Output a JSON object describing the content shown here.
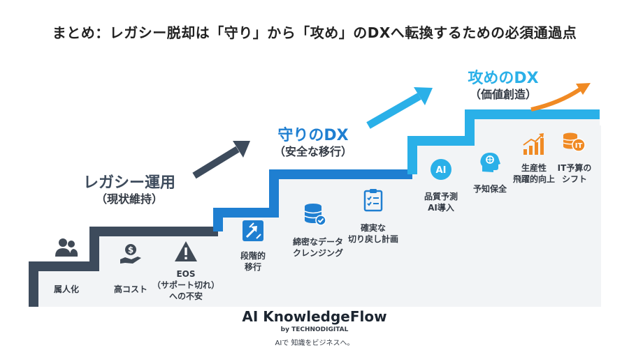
{
  "title": "まとめ：レガシー脱却は「守り」から「攻め」のDXへ転換するための必須通過点",
  "stages": [
    {
      "name": "レガシー運用",
      "sub": "（現状維持）"
    },
    {
      "name": "守りのDX",
      "sub": "（安全な移行）"
    },
    {
      "name": "攻めのDX",
      "sub": "（価値創造）"
    }
  ],
  "items": {
    "person": "属人化",
    "cost": "高コスト",
    "eos_1": "EOS",
    "eos_2": "（サポート切れ）",
    "eos_3": "への不安",
    "phased_1": "段階的",
    "phased_2": "移行",
    "cleansing_1": "綿密なデータ",
    "cleansing_2": "クレンジング",
    "rollback_1": "確実な",
    "rollback_2": "切り戻し計画",
    "ai_quality_1": "品質予測",
    "ai_quality_2": "AI導入",
    "predictive": "予知保全",
    "productivity_1": "生産性",
    "productivity_2": "飛躍的向上",
    "budget_1": "IT予算の",
    "budget_2": "シフト"
  },
  "icons": {
    "people": "people-icon",
    "cost": "dollar-hand-icon",
    "warning": "warning-icon",
    "migration": "arrows-migration-icon",
    "database": "database-check-icon",
    "clipboard": "clipboard-checklist-icon",
    "ai": "ai-circle-icon",
    "brain": "head-brain-icon",
    "growth": "bar-growth-icon",
    "coins": "it-coins-icon"
  },
  "brand": {
    "name": "AI KnowledgeFlow",
    "by": "by TECHNODIGITAL",
    "tagline": "AIで 知識をビジネスへ。"
  },
  "colors": {
    "legacy": "#3d4b5c",
    "defense": "#1f7fd1",
    "offense": "#2ab0e8",
    "offense_arrow": "#f08a24",
    "icon_gray": "#404a56",
    "icon_blue": "#1f7fd1",
    "icon_orange": "#f08a24"
  }
}
